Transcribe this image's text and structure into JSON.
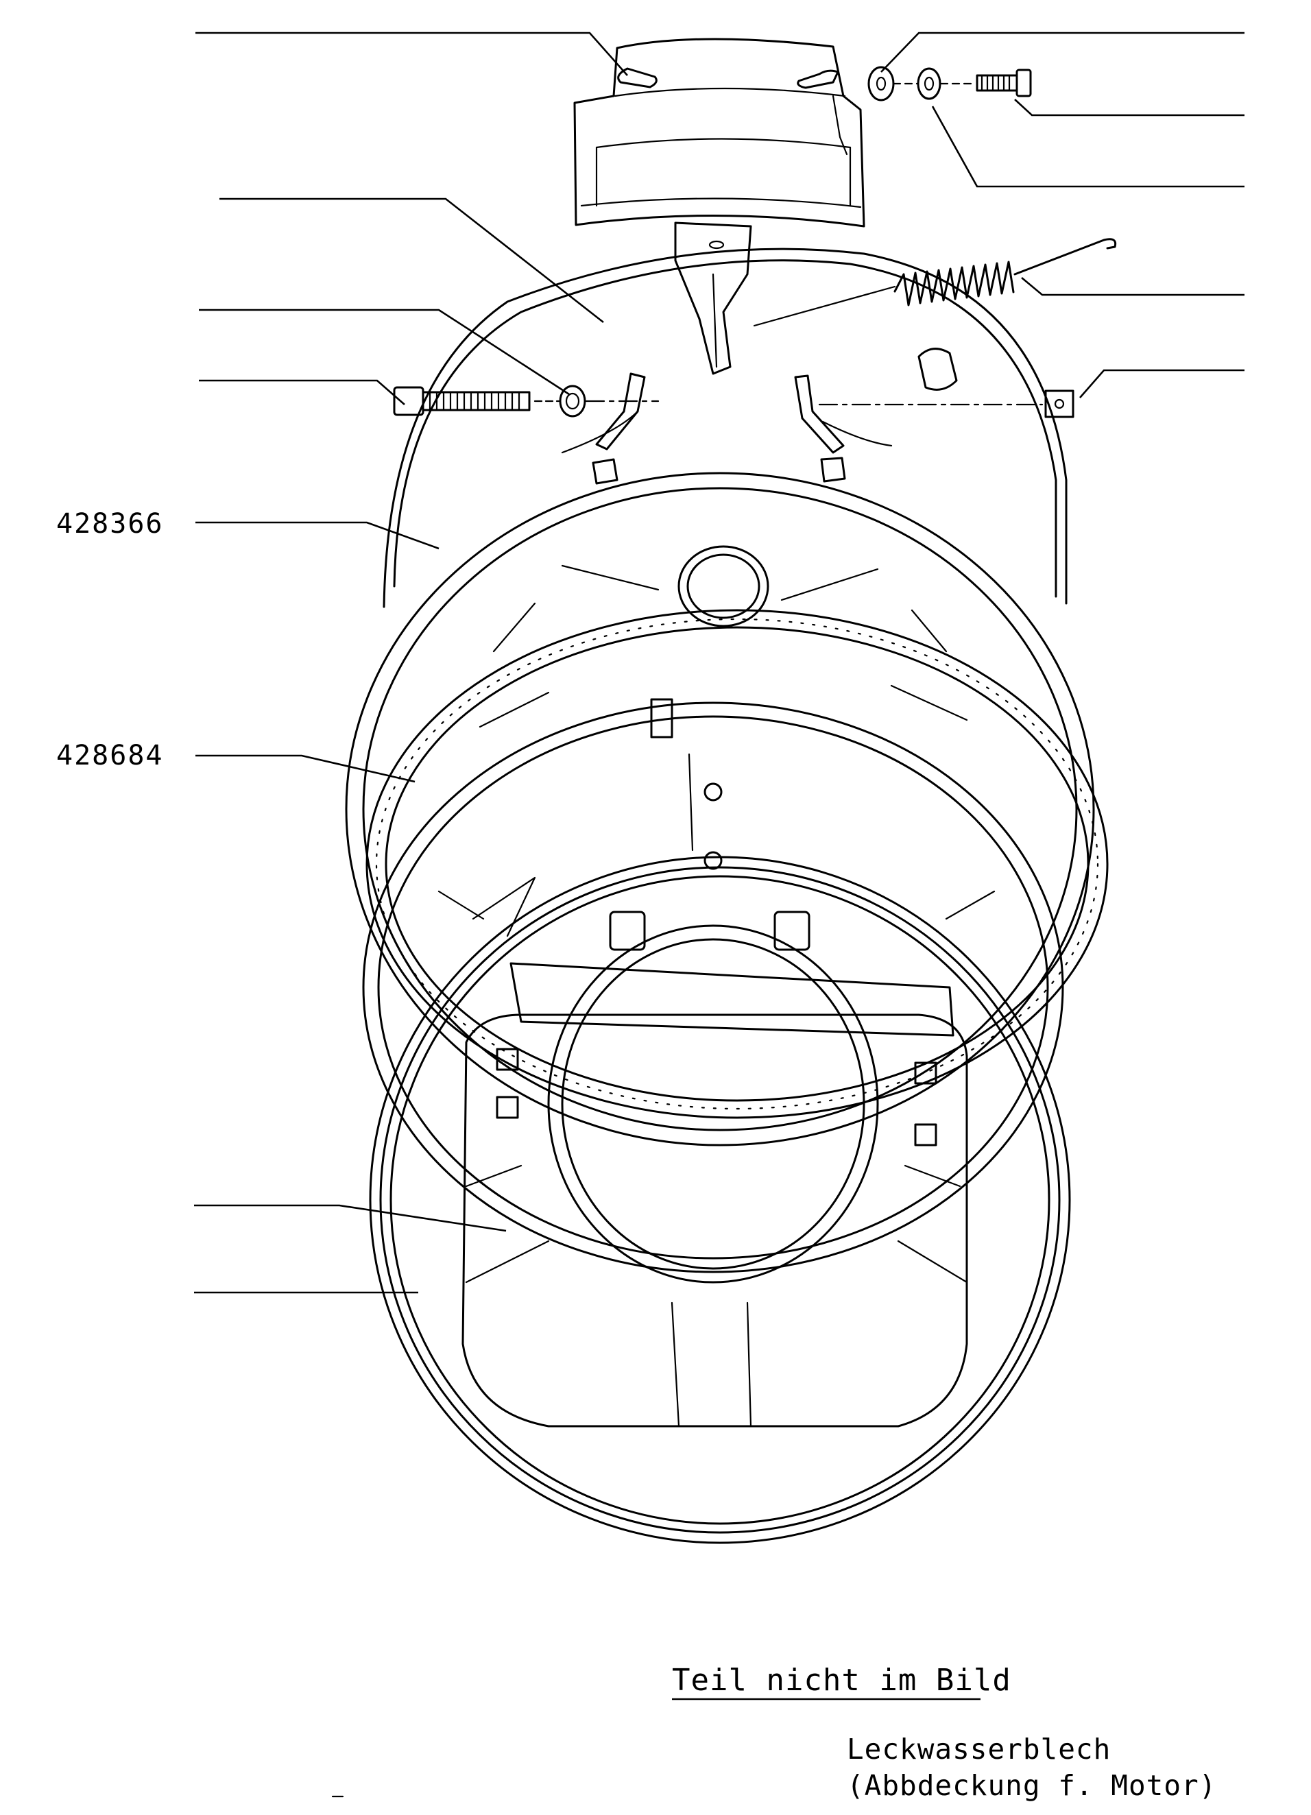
{
  "callouts": [
    {
      "id": "ring-upper",
      "label": "428366"
    },
    {
      "id": "seal-ring",
      "label": "428684"
    }
  ],
  "notes": {
    "title": "Teil nicht im Bild",
    "line1": "Leckwasserblech",
    "line2": "(Abbdeckung f. Motor)"
  }
}
